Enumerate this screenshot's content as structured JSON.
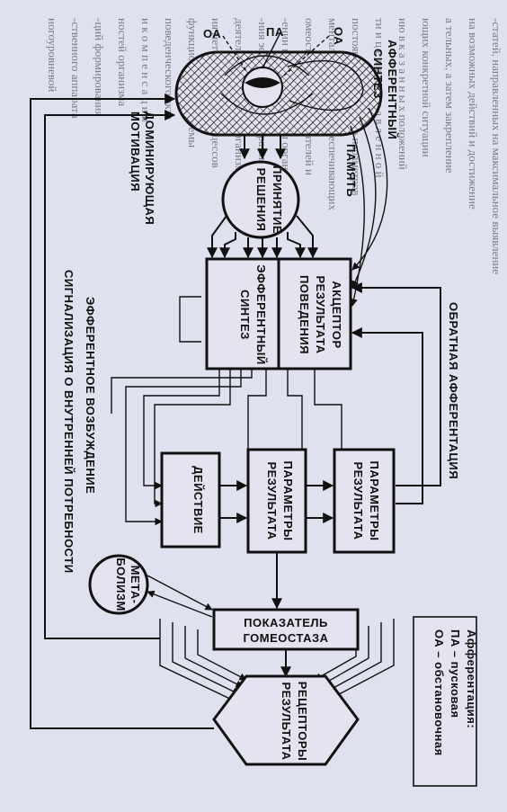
{
  "diagram": {
    "background_color": "#dfe1ee",
    "ink_color": "#111111",
    "labels": {
      "oa_top": "ОА",
      "pa": "ПА",
      "oa_bottom": "ОА",
      "afferent_synthesis_line1": "АФФЕРЕНТНЫЙ",
      "afferent_synthesis_line2": "СИНТЕЗ",
      "dominant_motivation_line1": "ДОМИНИРУЮЩАЯ",
      "dominant_motivation_line2": "МОТИВАЦИЯ",
      "memory": "ПАМЯТЬ",
      "decision_line1": "ПРИНЯТИЕ",
      "decision_line2": "РЕШЕНИЯ",
      "acceptor_line1": "АКЦЕПТОР",
      "acceptor_line2": "РЕЗУЛЬТАТА",
      "acceptor_line3": "ПОВЕДЕНИЯ",
      "efferent_synthesis_line1": "ЭФФЕРЕНТНЫЙ",
      "efferent_synthesis_line2": "СИНТЕЗ",
      "reverse_afferentation": "ОБРАТНАЯ  АФФЕРЕНТАЦИЯ",
      "efferent_excitation": "ЭФФЕРЕНТНОЕ ВОЗБУЖДЕНИЕ",
      "internal_need_signal": "СИГНАЛИЗАЦИЯ  О  ВНУТРЕННЕЙ  ПОТРЕБНОСТИ",
      "action": "ДЕЙСТВИЕ",
      "params_result_mid_line1": "ПАРАМЕТРЫ",
      "params_result_mid_line2": "РЕЗУЛЬТАТА",
      "params_result_right_line1": "ПАРАМЕТРЫ",
      "params_result_right_line2": "РЕЗУЛЬТАТА",
      "metabolism_line1": "МЕТА-",
      "metabolism_line2": "БОЛИЗМ",
      "homeostasis_line1": "ПОКАЗАТЕЛЬ",
      "homeostasis_line2": "ГОМЕОСТАЗА",
      "receptors_line1": "РЕЦЕПТОРЫ",
      "receptors_line2": "РЕЗУЛЬТАТА",
      "legend_title": "Афферентация:",
      "legend_pa": "ПА – пусковая",
      "legend_oa": "ОА – обстановочная"
    },
    "background_print": [
      "-статей, направленных на максимальное выявление",
      "на возможных действий и достижение",
      "а тельных, а затем закрепление",
      "ющих конкретной ситуации",
      "ию в к а з а н н ы х положений",
      "ти и ц е л е н а п р а в л е н н о й",
      "постоянную регуляцию параметров",
      "ментального уровня, обеспечивающих",
      "омеостатических показателей и",
      "-ении внутренней среды организма",
      "-ния эффекторных аппаратов и",
      "деятельности живого организма",
      "ия метаболических процессов",
      "функциональной системы",
      "поведенческого акта",
      "и к о м п е н с а ц и и",
      "ностей организма",
      "-ций формирования",
      "-ственного аппарата",
      "ногоуровневой"
    ]
  }
}
